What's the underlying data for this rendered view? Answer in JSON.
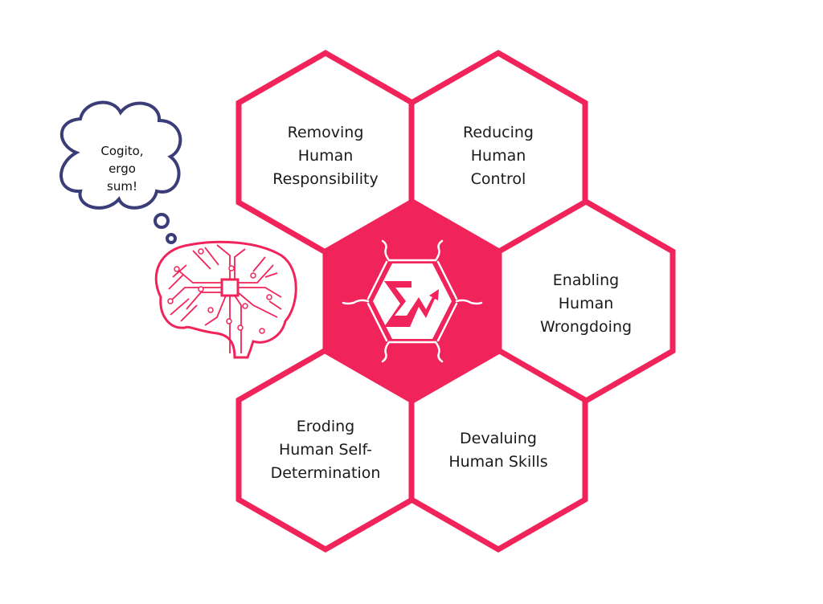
{
  "colors": {
    "accent": "#f0245a",
    "cloud": "#3a3d78",
    "text": "#1a1a1a"
  },
  "thought_bubble": {
    "lines": [
      "Cogito,",
      "ergo",
      "sum!"
    ]
  },
  "hexagons": [
    {
      "id": "removing",
      "lines": [
        "Removing",
        "Human",
        "Responsibility"
      ]
    },
    {
      "id": "reducing",
      "lines": [
        "Reducing",
        "Human",
        "Control"
      ]
    },
    {
      "id": "enabling",
      "lines": [
        "Enabling",
        "Human",
        "Wrongdoing"
      ]
    },
    {
      "id": "eroding",
      "lines": [
        "Eroding",
        "Human Self-",
        "Determination"
      ]
    },
    {
      "id": "devaluing",
      "lines": [
        "Devaluing",
        "Human Skills"
      ]
    }
  ],
  "center_logo": {
    "icon": "sigma-arrow-logo-icon"
  },
  "brain": {
    "icon": "circuit-brain-icon"
  }
}
